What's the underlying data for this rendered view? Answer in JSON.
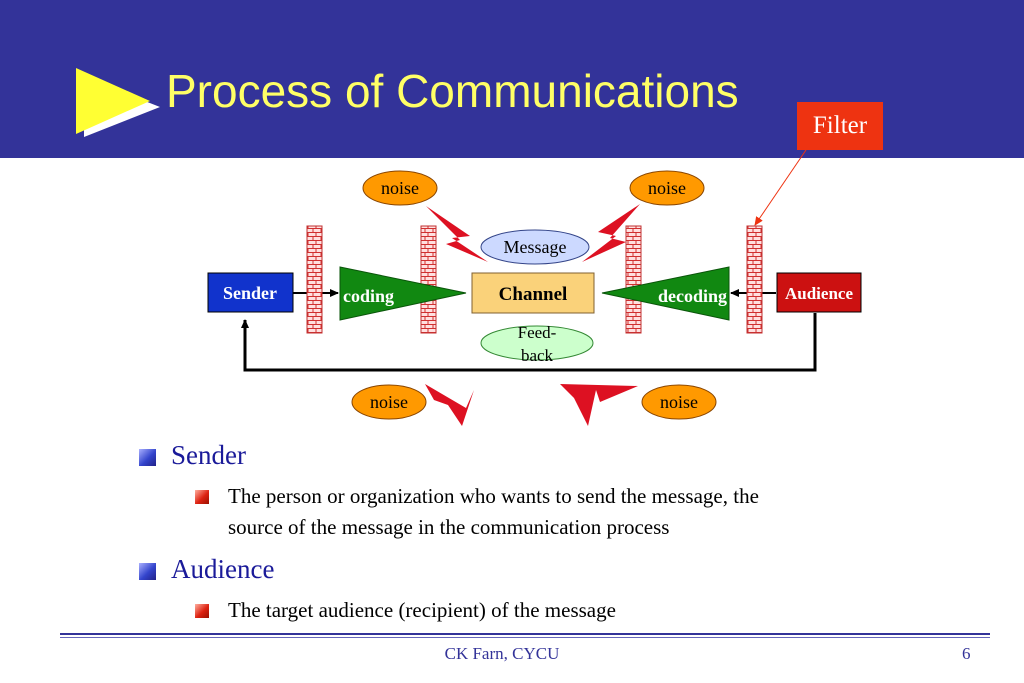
{
  "header": {
    "title": "Process of Communications",
    "filter_label": "Filter"
  },
  "diagram": {
    "sender": "Sender",
    "coding": "coding",
    "channel": "Channel",
    "decoding": "decoding",
    "audience": "Audience",
    "message": "Message",
    "feedback_line1": "Feed-",
    "feedback_line2": "back",
    "noise": "noise"
  },
  "bullets": [
    {
      "heading": "Sender",
      "text_line1": "The person or organization who wants to send the message, the",
      "text_line2": "source of the message in the communication process"
    },
    {
      "heading": "Audience",
      "text_line1": "The target audience (recipient)  of the message"
    }
  ],
  "footer": {
    "text": "CK Farn, CYCU",
    "page": "6"
  },
  "colors": {
    "header_bg": "#333399",
    "title": "#ffff66",
    "filter": "#ee3311",
    "sender": "#1133cc",
    "audience": "#cc1111",
    "coder": "#118811",
    "channel": "#fad27a",
    "noise": "#ff9900",
    "bolt": "#dd1122"
  }
}
